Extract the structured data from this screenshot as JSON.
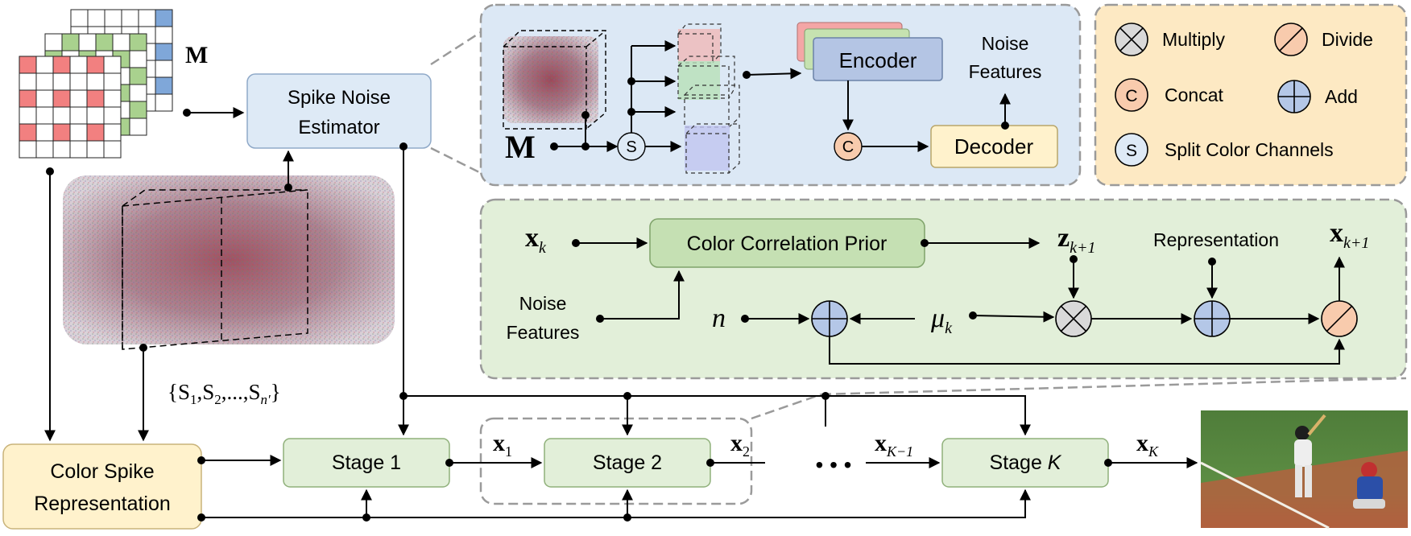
{
  "blocks": {
    "spike_noise_estimator": [
      "Spike Noise",
      "Estimator"
    ],
    "color_spike_representation": [
      "Color Spike",
      "Representation"
    ],
    "stage1": "Stage 1",
    "stage2": "Stage 2",
    "stagek_prefix": "Stage ",
    "stagek_var": "K",
    "encoder": "Encoder",
    "decoder": "Decoder",
    "color_correlation_prior": "Color Correlation Prior"
  },
  "labels": {
    "M": "M",
    "noise_features": [
      "Noise",
      "Features"
    ],
    "representation": "Representation",
    "n": "n",
    "mu": "μ",
    "mu_sub": "k",
    "xk": "x",
    "xk_sub": "k",
    "z": "z",
    "z_sub": "k+1",
    "xk1": "x",
    "xk1_sub": "k+1",
    "x1": "x",
    "x1_sub": "1",
    "x2": "x",
    "x2_sub": "2",
    "xKm1": "x",
    "xKm1_sub": "K−1",
    "xK": "x",
    "xK_sub": "K",
    "dots": "• • •",
    "spike_set": {
      "open": "{S",
      "s1": "1",
      "mid1": ",S",
      "s2": "2",
      "mid2": ",...,S",
      "sn": "n′",
      "close": "}"
    }
  },
  "legend": {
    "multiply": "Multiply",
    "divide": "Divide",
    "concat": "Concat",
    "add": "Add",
    "split": "Split Color Channels",
    "concat_glyph": "C",
    "split_glyph": "S"
  },
  "colors": {
    "stage_fill": "#e2efd9",
    "stage_stroke": "#8fb07a",
    "blue_fill": "#deeaf6",
    "blue_stroke": "#8fa9c8",
    "yellow_fill": "#fff2cc",
    "yellow_stroke": "#c9b37a",
    "green_panel": "#e2efd9",
    "blue_panel": "#dce8f5",
    "legend_panel": "#fde9c3",
    "add_fill": "#b4c7e7",
    "divide_fill": "#f8cbad",
    "multiply_fill": "#d9d9d9",
    "encoder_fill": "#b4c5e4",
    "red_cell": "#f28080",
    "green_cell": "#a9d18e",
    "blue_cell": "#7fa7d9"
  }
}
